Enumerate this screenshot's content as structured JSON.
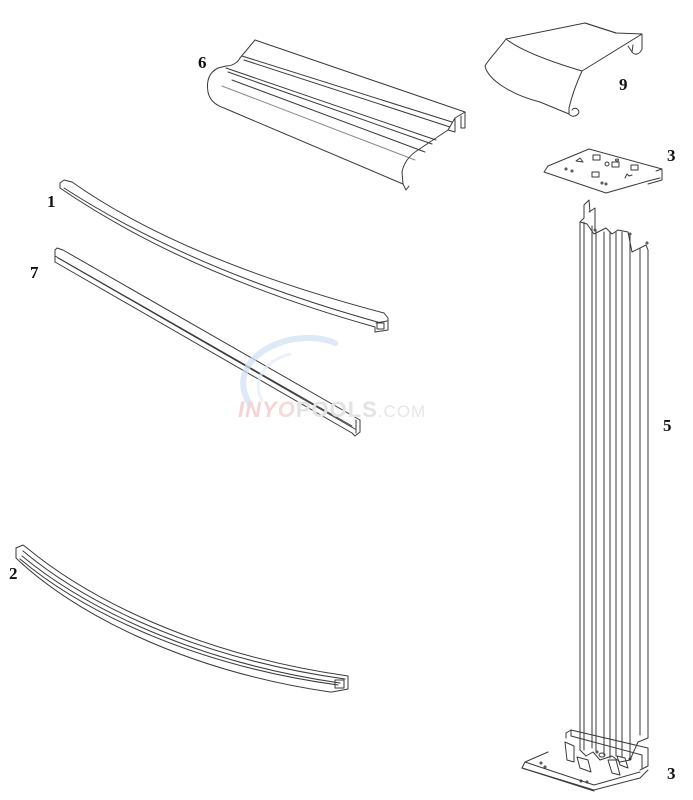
{
  "diagram": {
    "type": "exploded-parts-diagram",
    "subject": "Above-ground pool wall/top rail hardware",
    "parts": [
      {
        "id": "1",
        "label": "1",
        "description": "curved top rail"
      },
      {
        "id": "2",
        "label": "2",
        "description": "curved bottom track"
      },
      {
        "id": "3a",
        "label": "3",
        "description": "upright top plate"
      },
      {
        "id": "3b",
        "label": "3",
        "description": "upright bottom plate / base shoe"
      },
      {
        "id": "5",
        "label": "5",
        "description": "vertical upright"
      },
      {
        "id": "6",
        "label": "6",
        "description": "top ledge / seat"
      },
      {
        "id": "7",
        "label": "7",
        "description": "stabilizer rail"
      },
      {
        "id": "9",
        "label": "9",
        "description": "top cap"
      }
    ],
    "watermark": {
      "brand_part1": "INY",
      "brand_o": "O",
      "brand_part2": "POOLS",
      "brand_suffix": ".COM"
    },
    "colors": {
      "line": "#3a3a3a",
      "background": "#ffffff",
      "watermark_red": "#f3caca",
      "watermark_blue": "#cfe0f4"
    }
  }
}
